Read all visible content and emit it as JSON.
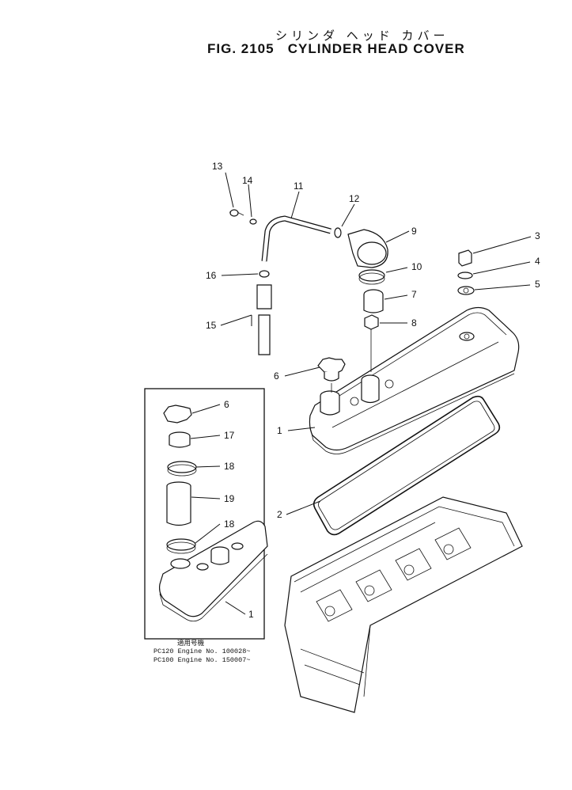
{
  "figure": {
    "title_jp": "シリンダ ヘッド カバー",
    "number": "FIG. 2105",
    "title": "CYLINDER HEAD COVER"
  },
  "callouts": {
    "c1": "1",
    "c1b": "1",
    "c2": "2",
    "c3": "3",
    "c4": "4",
    "c5": "5",
    "c6": "6",
    "c6b": "6",
    "c7": "7",
    "c8": "8",
    "c9": "9",
    "c10": "10",
    "c11": "11",
    "c12": "12",
    "c13": "13",
    "c14": "14",
    "c15": "15",
    "c16": "16",
    "c17": "17",
    "c18": "18",
    "c18b": "18",
    "c19": "19"
  },
  "applicability": {
    "heading": "適用号機",
    "line1": "PC120 Engine No. 100028~",
    "line2": "PC100 Engine No. 150007~"
  }
}
